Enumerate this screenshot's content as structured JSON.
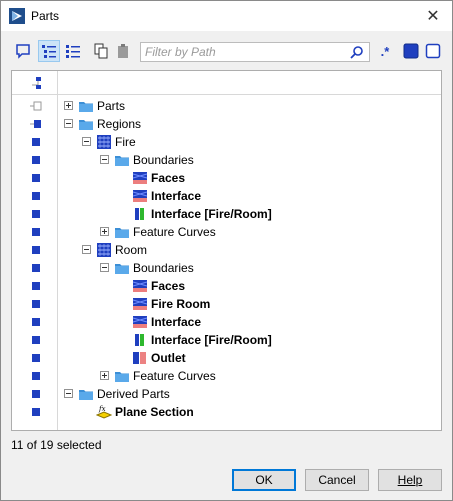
{
  "window": {
    "title": "Parts",
    "close_glyph": "✕"
  },
  "toolbar": {
    "filter_placeholder": "Filter by Path",
    "regex_label": ".*"
  },
  "tree": {
    "rows": [
      {
        "label": "Parts",
        "indent": 0,
        "expander": "collapsed",
        "icon": "folder-icon",
        "bold": false,
        "selected": false
      },
      {
        "label": "Regions",
        "indent": 0,
        "expander": "expanded",
        "icon": "folder-icon",
        "bold": false,
        "selected": true
      },
      {
        "label": "Fire",
        "indent": 1,
        "expander": "expanded",
        "icon": "region-icon",
        "bold": false,
        "selected": true
      },
      {
        "label": "Boundaries",
        "indent": 2,
        "expander": "expanded",
        "icon": "folder-icon",
        "bold": false,
        "selected": true
      },
      {
        "label": "Faces",
        "indent": 3,
        "expander": null,
        "icon": "boundary-wall-icon",
        "bold": true,
        "selected": true
      },
      {
        "label": "Interface",
        "indent": 3,
        "expander": null,
        "icon": "boundary-wall-icon",
        "bold": true,
        "selected": true
      },
      {
        "label": "Interface [Fire/Room]",
        "indent": 3,
        "expander": null,
        "icon": "boundary-interface-icon",
        "bold": true,
        "selected": true
      },
      {
        "label": "Feature Curves",
        "indent": 2,
        "expander": "collapsed",
        "icon": "folder-icon",
        "bold": false,
        "selected": true
      },
      {
        "label": "Room",
        "indent": 1,
        "expander": "expanded",
        "icon": "region-icon",
        "bold": false,
        "selected": true
      },
      {
        "label": "Boundaries",
        "indent": 2,
        "expander": "expanded",
        "icon": "folder-icon",
        "bold": false,
        "selected": true
      },
      {
        "label": "Faces",
        "indent": 3,
        "expander": null,
        "icon": "boundary-wall-icon",
        "bold": true,
        "selected": true
      },
      {
        "label": "Fire Room",
        "indent": 3,
        "expander": null,
        "icon": "boundary-wall-icon",
        "bold": true,
        "selected": true
      },
      {
        "label": "Interface",
        "indent": 3,
        "expander": null,
        "icon": "boundary-wall-icon",
        "bold": true,
        "selected": true
      },
      {
        "label": "Interface [Fire/Room]",
        "indent": 3,
        "expander": null,
        "icon": "boundary-interface-icon",
        "bold": true,
        "selected": true
      },
      {
        "label": "Outlet",
        "indent": 3,
        "expander": null,
        "icon": "boundary-outlet-icon",
        "bold": true,
        "selected": true
      },
      {
        "label": "Feature Curves",
        "indent": 2,
        "expander": "collapsed",
        "icon": "folder-icon",
        "bold": false,
        "selected": true
      },
      {
        "label": "Derived Parts",
        "indent": 0,
        "expander": "expanded",
        "icon": "folder-icon",
        "bold": false,
        "selected": true
      },
      {
        "label": "Plane Section",
        "indent": 1,
        "expander": null,
        "icon": "plane-section-icon",
        "bold": true,
        "selected": true
      }
    ]
  },
  "status": {
    "selection_text": "11 of 19 selected"
  },
  "buttons": {
    "ok": "OK",
    "cancel": "Cancel",
    "help": "Help"
  },
  "colors": {
    "accent": "#0078d7",
    "selection_blue": "#1f3fbf",
    "folder": "#3c8fd6",
    "wall_red": "#e03030"
  }
}
